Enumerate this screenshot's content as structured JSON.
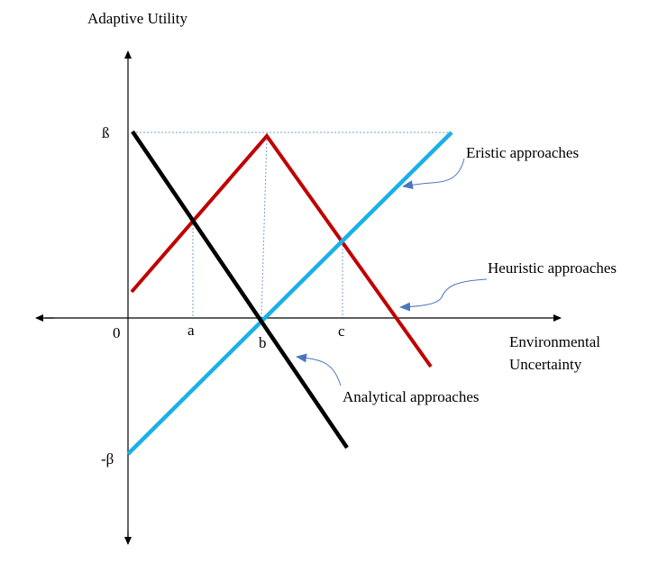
{
  "axes": {
    "y_title": "Adaptive Utility",
    "x_title_line1": "Environmental",
    "x_title_line2": "Uncertainty",
    "origin": "0",
    "y_top": "ß",
    "y_bottom": "-β",
    "x_a": "a",
    "x_b": "b",
    "x_c": "c"
  },
  "series": {
    "eristic": {
      "label": "Eristic approaches",
      "color": "#1ab0e8"
    },
    "heuristic": {
      "label": "Heuristic approaches",
      "color": "#c00000"
    },
    "analytical": {
      "label": "Analytical approaches",
      "color": "#000000"
    }
  },
  "guide_color": "#7f9fcf",
  "callout_color": "#4a76c0"
}
